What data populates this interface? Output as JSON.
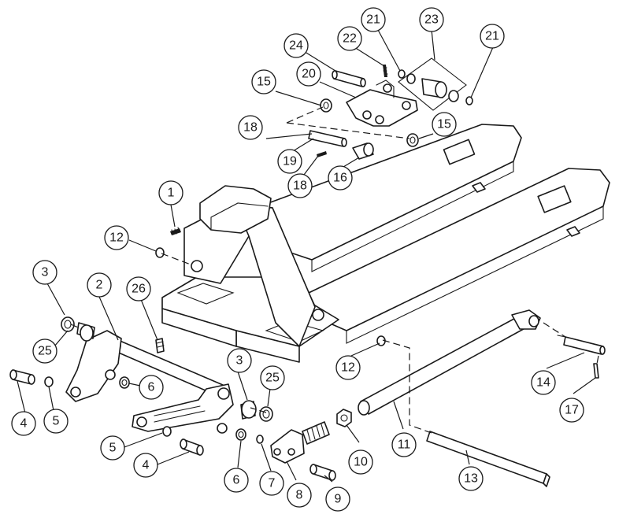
{
  "callouts": [
    {
      "id": "c1",
      "label": "1"
    },
    {
      "id": "c2",
      "label": "2"
    },
    {
      "id": "c3a",
      "label": "3"
    },
    {
      "id": "c3b",
      "label": "3"
    },
    {
      "id": "c4a",
      "label": "4"
    },
    {
      "id": "c4b",
      "label": "4"
    },
    {
      "id": "c5a",
      "label": "5"
    },
    {
      "id": "c5b",
      "label": "5"
    },
    {
      "id": "c6a",
      "label": "6"
    },
    {
      "id": "c6b",
      "label": "6"
    },
    {
      "id": "c7",
      "label": "7"
    },
    {
      "id": "c8",
      "label": "8"
    },
    {
      "id": "c9",
      "label": "9"
    },
    {
      "id": "c10",
      "label": "10"
    },
    {
      "id": "c11",
      "label": "11"
    },
    {
      "id": "c12a",
      "label": "12"
    },
    {
      "id": "c12b",
      "label": "12"
    },
    {
      "id": "c13",
      "label": "13"
    },
    {
      "id": "c14",
      "label": "14"
    },
    {
      "id": "c15a",
      "label": "15"
    },
    {
      "id": "c15b",
      "label": "15"
    },
    {
      "id": "c16",
      "label": "16"
    },
    {
      "id": "c17",
      "label": "17"
    },
    {
      "id": "c18a",
      "label": "18"
    },
    {
      "id": "c18b",
      "label": "18"
    },
    {
      "id": "c19",
      "label": "19"
    },
    {
      "id": "c20",
      "label": "20"
    },
    {
      "id": "c21a",
      "label": "21"
    },
    {
      "id": "c21b",
      "label": "21"
    },
    {
      "id": "c22",
      "label": "22"
    },
    {
      "id": "c23",
      "label": "23"
    },
    {
      "id": "c24",
      "label": "24"
    },
    {
      "id": "c25a",
      "label": "25"
    },
    {
      "id": "c25b",
      "label": "25"
    },
    {
      "id": "c26",
      "label": "26"
    }
  ]
}
